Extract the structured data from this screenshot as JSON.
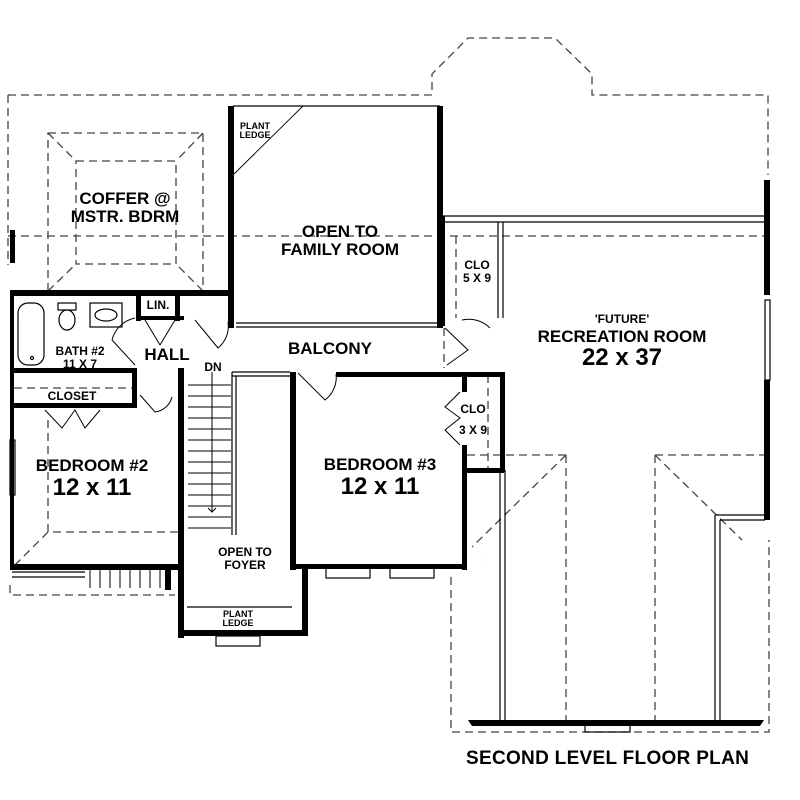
{
  "plan": {
    "title": "SECOND LEVEL FLOOR PLAN",
    "colors": {
      "wall": "#000000",
      "dashed": "#444444",
      "background": "#ffffff"
    }
  },
  "rooms": {
    "coffer": {
      "line1": "COFFER @",
      "line2": "MSTR. BDRM"
    },
    "plant_ledge_top": {
      "line1": "PLANT",
      "line2": "LEDGE"
    },
    "open_family": {
      "line1": "OPEN TO",
      "line2": "FAMILY ROOM"
    },
    "clo_5x9": {
      "line1": "CLO",
      "line2": "5 X 9"
    },
    "recreation": {
      "tag": "'FUTURE'",
      "name": "RECREATION ROOM",
      "size": "22 x 37"
    },
    "linen": {
      "name": "LIN."
    },
    "bath2": {
      "name": "BATH #2",
      "size": "11 X 7"
    },
    "hall": {
      "name": "HALL"
    },
    "balcony": {
      "name": "BALCONY"
    },
    "stairs": {
      "label": "DN"
    },
    "closet": {
      "name": "CLOSET"
    },
    "clo_3x9": {
      "line1": "CLO",
      "line2": "3 X 9"
    },
    "bedroom2": {
      "name": "BEDROOM #2",
      "size": "12 x 11"
    },
    "bedroom3": {
      "name": "BEDROOM #3",
      "size": "12 x 11"
    },
    "open_foyer": {
      "line1": "OPEN TO",
      "line2": "FOYER"
    },
    "plant_ledge_bottom": {
      "line1": "PLANT",
      "line2": "LEDGE"
    }
  }
}
